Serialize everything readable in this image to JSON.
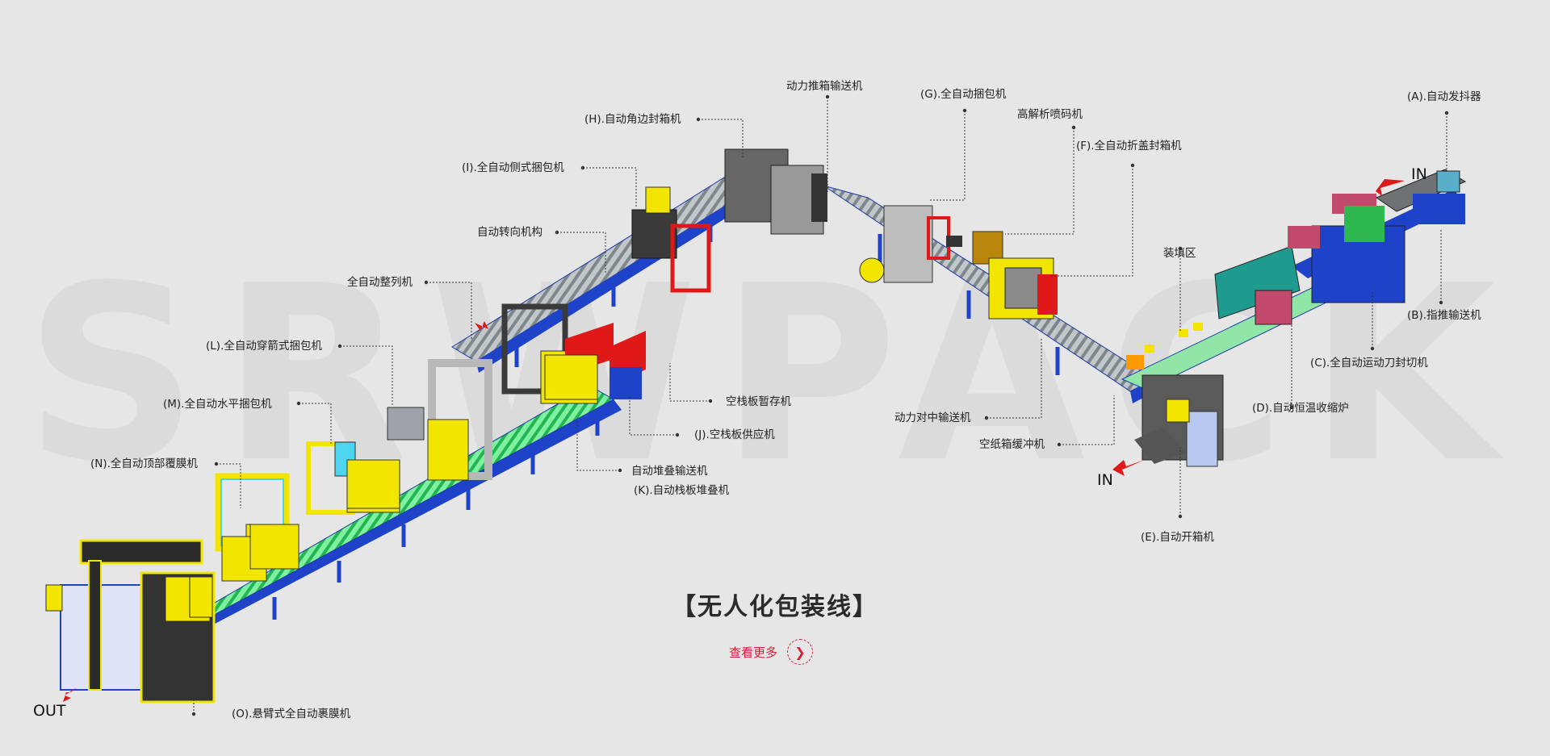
{
  "watermark": "SRWPACK",
  "title": "【无人化包装线】",
  "more_label": "查看更多",
  "more_icon": "chevron-right-icon",
  "io": {
    "in_top": "IN",
    "in_bottom": "IN",
    "out": "OUT"
  },
  "labels": {
    "A": "(A).自动发抖器",
    "B": "(B).指推输送机",
    "C": "(C).全自动运动刀封切机",
    "D": "(D).自动恒温收缩炉",
    "E": "(E).自动开箱机",
    "F": "(F).全自动折盖封箱机",
    "G": "(G).全自动捆包机",
    "H": "(H).自动角边封箱机",
    "I": "(I).全自动侧式捆包机",
    "J": "(J).空栈板供应机",
    "K": "(K).自动栈板堆叠机",
    "L": "(L).全自动穿箭式捆包机",
    "M": "(M).全自动水平捆包机",
    "N": "(N).全自动顶部覆膜机",
    "O": "(O).悬臂式全自动裹膜机",
    "push": "动力推箱输送机",
    "coder": "高解析喷码机",
    "fill": "装填区",
    "turn": "自动转向机构",
    "align": "全自动整列机",
    "pallet_store": "空栈板暂存机",
    "stack_conv": "自动堆叠输送机",
    "center_conv": "动力对中输送机",
    "buffer": "空纸箱缓冲机"
  },
  "colors": {
    "frame": "#1f43c8",
    "roller": "#9aa1a6",
    "green": "#44e07a",
    "yellow": "#f2e600",
    "red": "#e01818",
    "accent": "#d6203a"
  }
}
